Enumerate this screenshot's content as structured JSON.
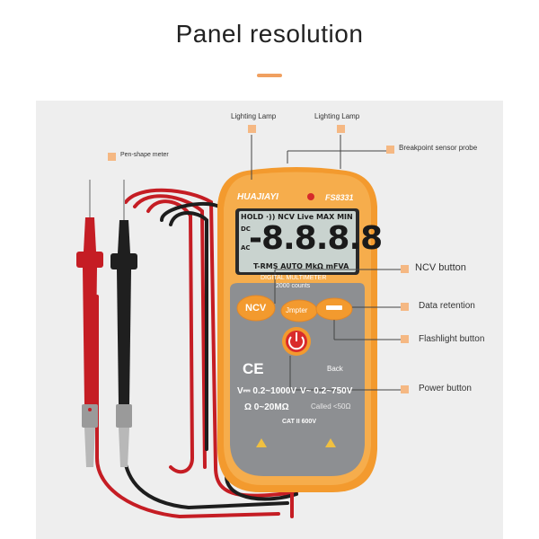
{
  "title": "Panel resolution",
  "callouts": {
    "lighting_lamp_left": "Lighting Lamp",
    "lighting_lamp_right": "Lighting Lamp",
    "breakpoint_probe": "Breakpoint sensor probe",
    "pen_shape_meter": "Pen-shape meter",
    "ncv_button": "NCV button",
    "data_retention": "Data retention",
    "flashlight_button": "Flashlight button",
    "power_button": "Power button"
  },
  "device": {
    "brand": "HUAJIAYI",
    "model": "FS8331",
    "lcd": {
      "top_indicators": "HOLD ·)) NCV Live MAX MIN",
      "dc": "DC",
      "ac": "AC",
      "digits": "-8.8.8.8",
      "bottom_indicators": "T-RMS AUTO MkΩ mFVA"
    },
    "subtitle": "DIGITAL MULTIMETER",
    "counts": "2000 counts",
    "btn_ncv": "NCV",
    "btn_mid": "Jmpter",
    "ce_mark": "CE",
    "back_label": "Back",
    "spec_dcv": "V⎓ 0.2~1000V",
    "spec_acv": "V~ 0.2~750V",
    "spec_ohm": "Ω 0~20MΩ",
    "spec_cont": "Called <50Ω",
    "cat": "CAT II 600V"
  },
  "colors": {
    "body_orange": "#f39a2e",
    "face_gray": "#8d8f92",
    "lcd_bg": "#c9d3cf",
    "accent_square": "#f5b883",
    "probe_red": "#c51d24",
    "probe_black": "#222222"
  }
}
